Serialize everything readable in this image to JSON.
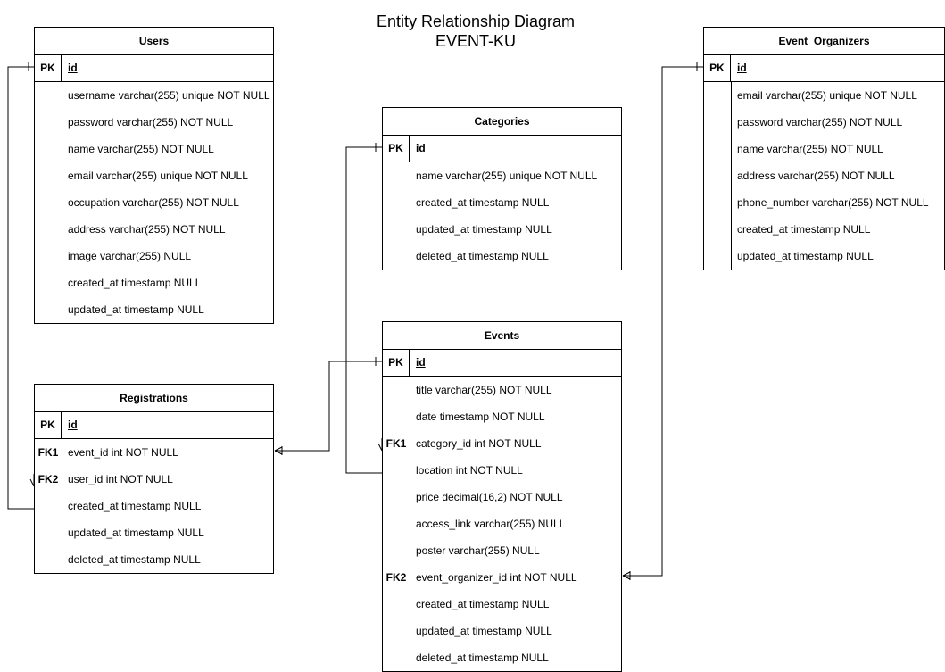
{
  "diagram": {
    "title_line1": "Entity Relationship Diagram",
    "title_line2": "EVENT-KU"
  },
  "entities": {
    "users": {
      "name": "Users",
      "pk": {
        "key": "PK",
        "field": "id"
      },
      "fields": [
        {
          "key": "",
          "field": "username varchar(255) unique NOT NULL"
        },
        {
          "key": "",
          "field": "password varchar(255) NOT NULL"
        },
        {
          "key": "",
          "field": "name varchar(255) NOT NULL"
        },
        {
          "key": "",
          "field": "email varchar(255) unique NOT NULL"
        },
        {
          "key": "",
          "field": "occupation varchar(255) NOT NULL"
        },
        {
          "key": "",
          "field": "address varchar(255) NOT NULL"
        },
        {
          "key": "",
          "field": "image varchar(255) NULL"
        },
        {
          "key": "",
          "field": "created_at timestamp NULL"
        },
        {
          "key": "",
          "field": "updated_at timestamp NULL"
        }
      ]
    },
    "categories": {
      "name": "Categories",
      "pk": {
        "key": "PK",
        "field": "id"
      },
      "fields": [
        {
          "key": "",
          "field": "name varchar(255) unique NOT NULL"
        },
        {
          "key": "",
          "field": "created_at timestamp NULL"
        },
        {
          "key": "",
          "field": "updated_at timestamp NULL"
        },
        {
          "key": "",
          "field": "deleted_at timestamp NULL"
        }
      ]
    },
    "event_organizers": {
      "name": "Event_Organizers",
      "pk": {
        "key": "PK",
        "field": "id"
      },
      "fields": [
        {
          "key": "",
          "field": "email varchar(255) unique NOT NULL"
        },
        {
          "key": "",
          "field": "password varchar(255) NOT NULL"
        },
        {
          "key": "",
          "field": "name varchar(255) NOT NULL"
        },
        {
          "key": "",
          "field": "address varchar(255) NOT NULL"
        },
        {
          "key": "",
          "field": "phone_number varchar(255) NOT NULL"
        },
        {
          "key": "",
          "field": "created_at timestamp NULL"
        },
        {
          "key": "",
          "field": "updated_at timestamp NULL"
        }
      ]
    },
    "registrations": {
      "name": "Registrations",
      "pk": {
        "key": "PK",
        "field": "id"
      },
      "fields": [
        {
          "key": "FK1",
          "field": "event_id int NOT NULL"
        },
        {
          "key": "FK2",
          "field": "user_id int NOT NULL"
        },
        {
          "key": "",
          "field": "created_at timestamp NULL"
        },
        {
          "key": "",
          "field": "updated_at timestamp NULL"
        },
        {
          "key": "",
          "field": "deleted_at timestamp NULL"
        }
      ]
    },
    "events": {
      "name": "Events",
      "pk": {
        "key": "PK",
        "field": "id"
      },
      "fields": [
        {
          "key": "",
          "field": "title varchar(255) NOT NULL"
        },
        {
          "key": "",
          "field": "date timestamp NOT NULL"
        },
        {
          "key": "FK1",
          "field": "category_id int NOT NULL"
        },
        {
          "key": "",
          "field": "location int NOT NULL"
        },
        {
          "key": "",
          "field": "price decimal(16,2) NOT NULL"
        },
        {
          "key": "",
          "field": "access_link varchar(255) NULL"
        },
        {
          "key": "",
          "field": "poster varchar(255) NULL"
        },
        {
          "key": "FK2",
          "field": "event_organizer_id int NOT NULL"
        },
        {
          "key": "",
          "field": "created_at timestamp NULL"
        },
        {
          "key": "",
          "field": "updated_at timestamp NULL"
        },
        {
          "key": "",
          "field": "deleted_at timestamp NULL"
        }
      ]
    }
  }
}
